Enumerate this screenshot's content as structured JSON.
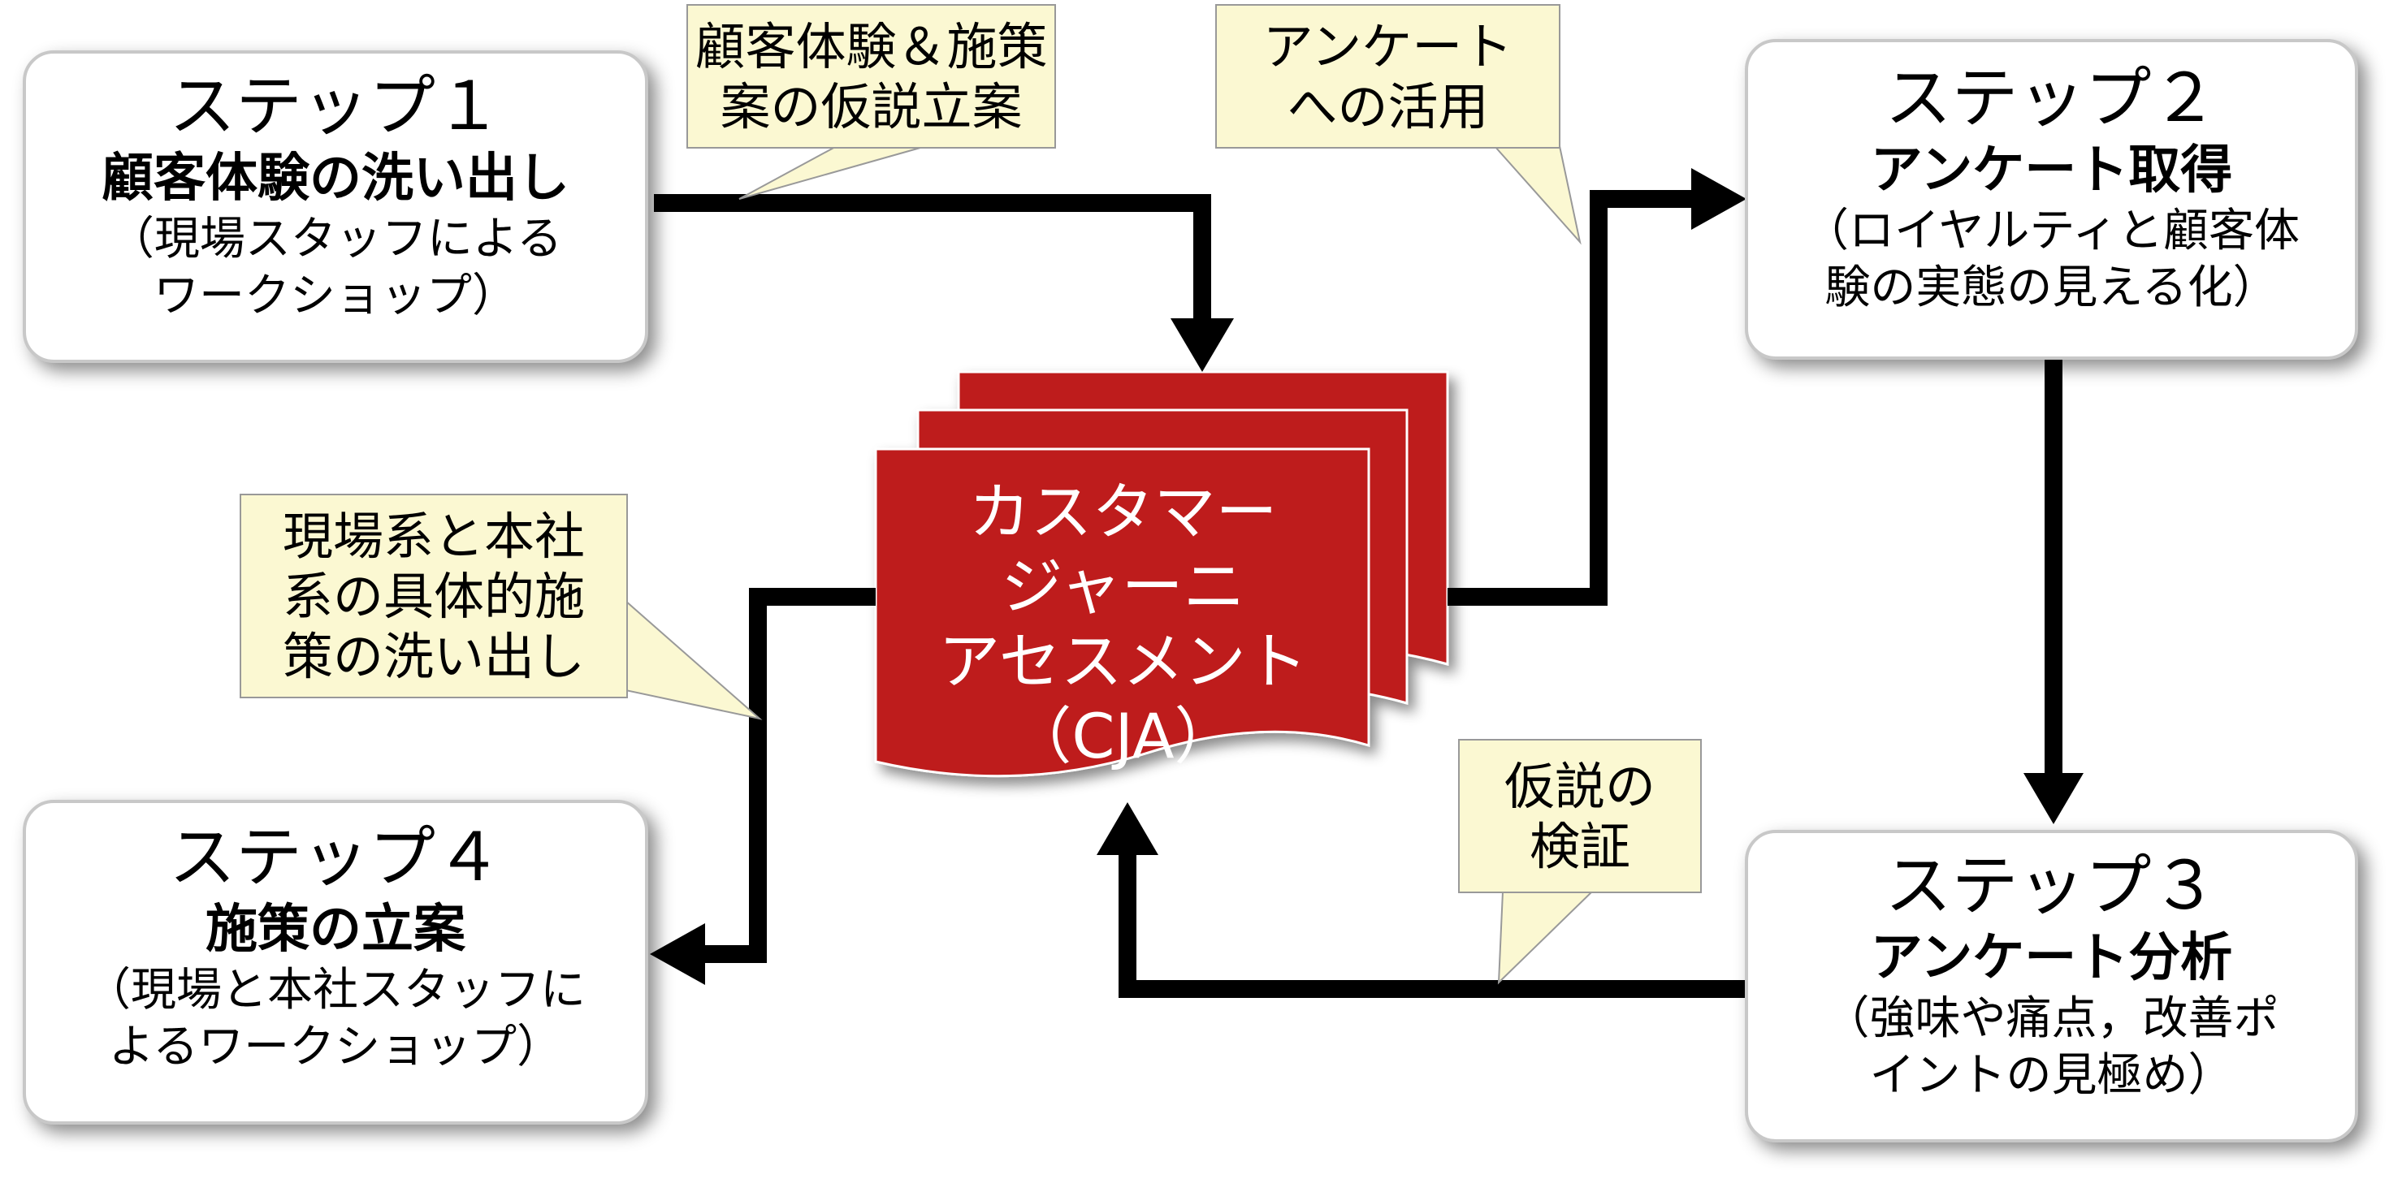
{
  "colors": {
    "document_fill": "#be1e1e",
    "callout_fill": "#fbf8d2",
    "arrow": "#000000"
  },
  "steps": [
    {
      "title": "ステップ１",
      "subtitle": "顧客体験の洗い出し",
      "desc": "（現場スタッフによる\nワークショップ）"
    },
    {
      "title": "ステップ２",
      "subtitle": "アンケート取得",
      "desc": "（ロイヤルティと顧客体\n験の実態の見える化）"
    },
    {
      "title": "ステップ３",
      "subtitle": "アンケート分析",
      "desc": "（強味や痛点，改善ポ\nイントの見極め）"
    },
    {
      "title": "ステップ４",
      "subtitle": "施策の立案",
      "desc": "（現場と本社スタッフに\nよるワークショップ）"
    }
  ],
  "center": {
    "label": "カスタマー\nジャーニ\nアセスメント\n（CJA）"
  },
  "callouts": {
    "hypothesis_planning": "顧客体験＆施策\n案の仮説立案",
    "survey_use": "アンケート\nへの活用",
    "concrete_measures": "現場系と本社\n系の具体的施\n策の洗い出し",
    "hypothesis_verification": "仮説の\n検証"
  }
}
